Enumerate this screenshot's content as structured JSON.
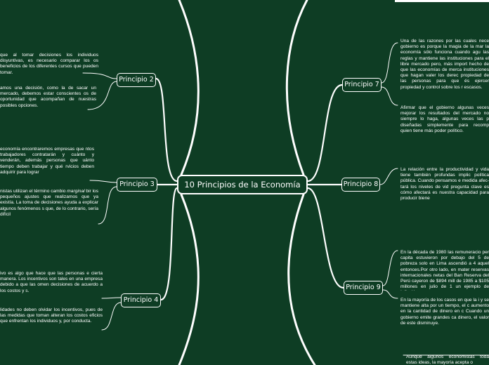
{
  "central_topic": "10 Principios de la Economía",
  "nodes": {
    "p2": "Principio 2",
    "p3": "Principio 3",
    "p4": "Principio 4",
    "p7": "Principio 7",
    "p8": "Principio 8",
    "p9": "Principio 9"
  },
  "texts": {
    "p2_a": "que al tomar decisiones los individuos disyuntivas, es necesario comparar los os beneficios de los diferentes cursos que pueden tomar.",
    "p2_b": "amos una decisión, como la de sacar un mercado, debemos estar conscientes os de oportunidad que acompañan de nuestras posibles opciones.",
    "p3_a": "economía encontraremos empresas que ntos trabajadores contratarán y cuánto y venderán, además personas que uánto tiempo deben trabajar y qué rvicios deben adquirir para lograr",
    "p3_b_pre": "nistas utilizan el término cambio ",
    "p3_b_em": "marginal",
    "p3_b_post": " bir los pequeños ajustes que realizamos que ya existía. La toma de decisiones ayuda a explicar algunos fenómenos s que, de lo contrario, sería difícil",
    "p4_a": "ivo es algo que hace que las personas e cierta manera. Los incentivos son tales en una empresa debido a que las omen decisiones de acuerdo a los costos y s.",
    "p4_b": "lidades no deben olvidar los incentivos, pues de las medidas que toman alteran los costos eficios que enfrentan los individuos y, por conducta.",
    "p7_a": "Una de las razones por las cuales nece gobierno es porque la magia de la mar la economía sólo funciona cuando agu las reglas y mantiene las instituciones para el libre mercado pero, más import hecho de que las economías de merca instituciones que hagan valer los derec propiedad de las personas para que és ejercer propiedad y control sobre los r escasos.",
    "p7_b": "Afirmar que el gobierno algunas veces mejorar los resultados del mercado no siempre lo haga, algunas veces las p diseñadas simplemente para recomp quien tiene más poder político.",
    "p8_a": "La relación entre la productividad y vida tiene también profundas implic política pública. Cuando pensamos e medida afec-tará los niveles de vid pregunta clave es cómo afectará es nuestra capacidad para producir biene",
    "p9_a": "En la década de 1980 las remuneracio per capita estuvieron por debajo del 5 de pobreza solo en Lima ascendió a 4 aquel entonces.Por otro lado, en mater reservas internacionales netas del Ban Reserva del Perú cayeron de $894 mill de 1985 a $105 millones en julio de 1 un ejemplo de Inflación.",
    "p9_b": "En la mayoría de los casos en que la i y se mantiene alta por un tiempo, el c aumento en la cantidad de dinero en c Cuando un gobierno emite grandes ca dinero, el valor de este disminuye.",
    "p10_a": "Aunque algunos economistas toda estas ideas, la mayoría acepta o"
  }
}
